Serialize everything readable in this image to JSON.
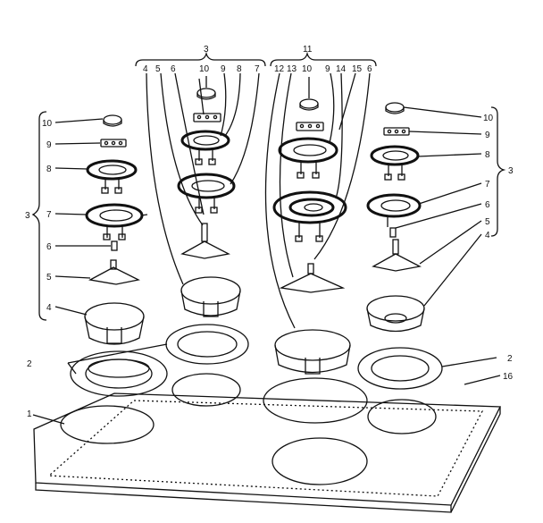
{
  "callouts": {
    "c1": "1",
    "c2a": "2",
    "c2b": "2",
    "c3_top": "3",
    "c3_left": "3",
    "c3_right": "3",
    "c4_col": "4",
    "c4_left": "4",
    "c4_right": "4",
    "c5_col": "5",
    "c5_left": "5",
    "c5_right": "5",
    "c6_col": "6",
    "c6_left": "6",
    "c6_right": "6",
    "c6_colc": "6",
    "c7_col": "7",
    "c7_left": "7",
    "c7_right": "7",
    "c8_col": "8",
    "c8_left": "8",
    "c8_right": "8",
    "c9_col": "9",
    "c9_left": "9",
    "c9_right": "9",
    "c9_colc": "9",
    "c10_col": "10",
    "c10_left": "10",
    "c10_right": "10",
    "c10_colc": "10",
    "c11": "11",
    "c12": "12",
    "c13": "13",
    "c14": "14",
    "c15": "15",
    "c16": "16"
  }
}
